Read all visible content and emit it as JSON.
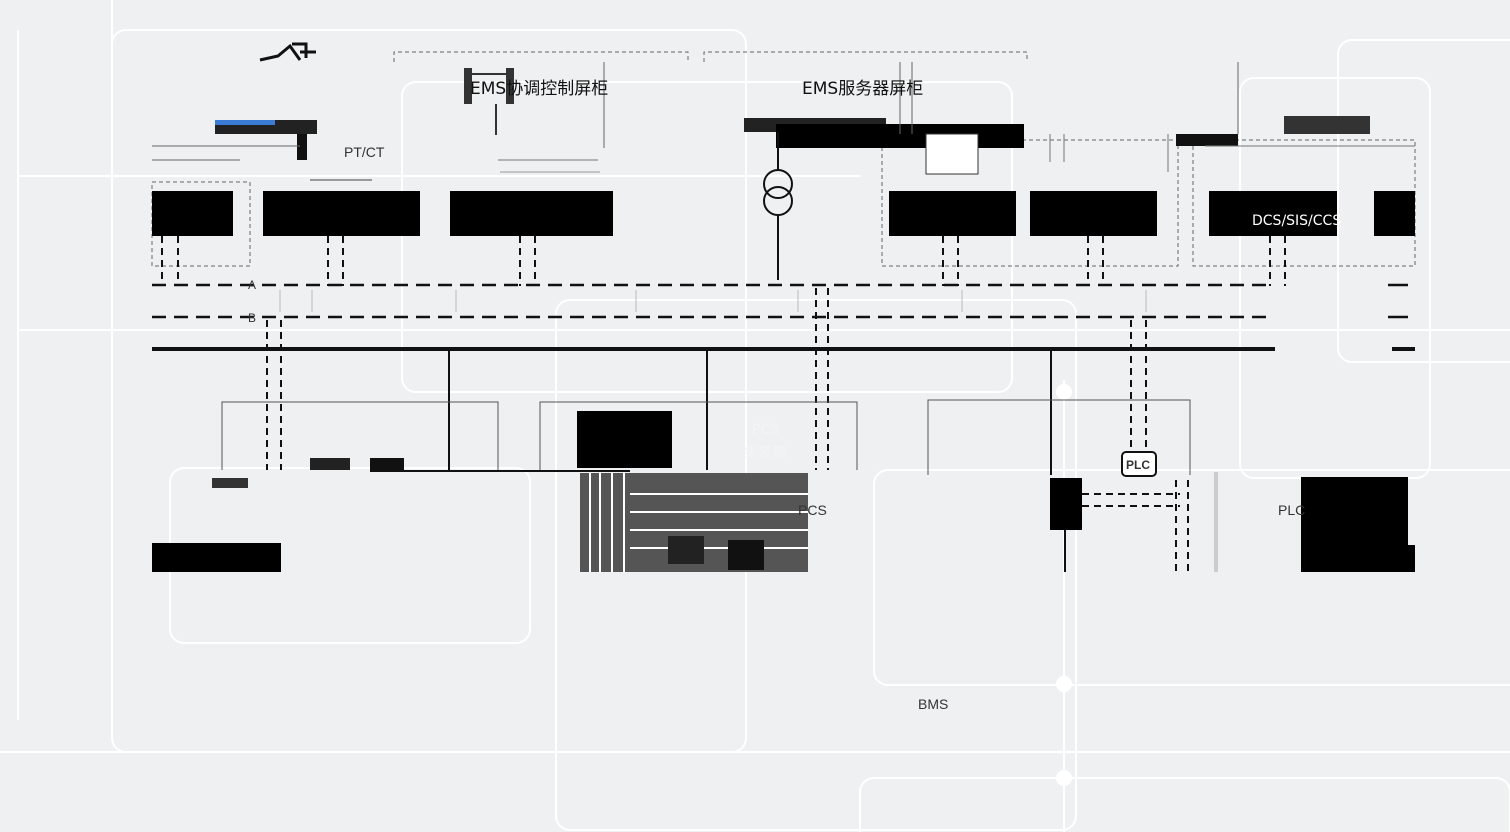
{
  "labels": {
    "ems_coord_cabinet": "EMS协调控制屏柜",
    "ems_server_cabinet": "EMS服务器屏柜",
    "pt_ct": "PT/CT",
    "dcs_sis": "DCS/SIS/CCS",
    "bus_a": "A",
    "bus_b": "B",
    "pcs_container_1": "PCS",
    "pcs_container_2": "集装箱",
    "pcs": "PCS",
    "plc": "PLC",
    "plc_icon": "PLC",
    "bms": "BMS"
  },
  "colors": {
    "background": "#eef0f2",
    "grid_line": "#ffffff",
    "line": "#111111",
    "box": "#000000",
    "accent": "#3a7bd5"
  }
}
